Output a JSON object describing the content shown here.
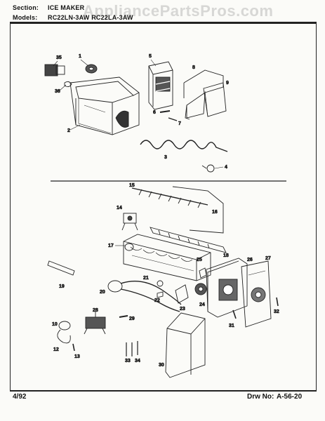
{
  "header": {
    "section_label": "Section:",
    "section_value": "ICE MAKER",
    "models_label": "Models:",
    "models_value": "RC22LN-3AW  RC22LA-3AW"
  },
  "watermark": "AppliancePartsPros.com",
  "parts": [
    "1",
    "2",
    "3",
    "4",
    "5",
    "6",
    "7",
    "8",
    "9",
    "14",
    "15",
    "16",
    "17",
    "18",
    "19",
    "20",
    "21",
    "22",
    "23",
    "24",
    "25",
    "26",
    "27",
    "28",
    "29",
    "30",
    "31",
    "32",
    "33",
    "34",
    "35",
    "36"
  ],
  "footer": {
    "date": "4/92",
    "drawing_label": "Drw No:",
    "drawing_number": "A-56-20"
  }
}
